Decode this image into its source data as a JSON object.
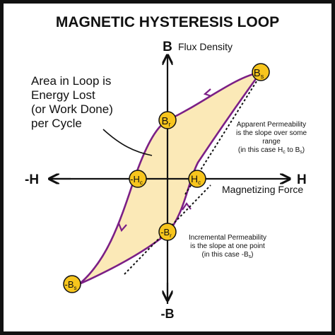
{
  "title": "MAGNETIC HYSTERESIS LOOP",
  "axes": {
    "y_top": "B",
    "y_top_desc": "Flux Density",
    "y_bottom": "-B",
    "x_right": "H",
    "x_left": "-H",
    "x_desc": "Magnetizing Force"
  },
  "annotation_area": [
    "Area in Loop is",
    "Energy Lost",
    "(or Work Done)",
    "per Cycle"
  ],
  "annotation_apparent": [
    "Apparent Permeability",
    "is the slope over some",
    "range"
  ],
  "annotation_apparent_case_prefix": "(in this case H",
  "annotation_apparent_case_sub1": "c",
  "annotation_apparent_case_mid": " to B",
  "annotation_apparent_case_sub2": "s",
  "annotation_apparent_case_end": ")",
  "annotation_incremental": [
    "Incremental Permeability",
    "is the slope at one point"
  ],
  "annotation_incremental_case_prefix": "(in this case -B",
  "annotation_incremental_case_sub": "s",
  "annotation_incremental_case_end": ")",
  "points": {
    "bs_main": "B",
    "bs_sub": "s",
    "br_main": "B",
    "br_sub": "r",
    "neg_hc_main": "-H",
    "neg_hc_sub": "c",
    "hc_main": "H",
    "hc_sub": "c",
    "neg_br_main": "-B",
    "neg_br_sub": "r",
    "neg_bs_main": "-B",
    "neg_bs_sub": "s"
  },
  "colors": {
    "loop_stroke": "#7b1f86",
    "loop_fill": "#fbe9b7",
    "point_fill": "#f7c51d",
    "axis": "#111111",
    "text": "#111111"
  }
}
